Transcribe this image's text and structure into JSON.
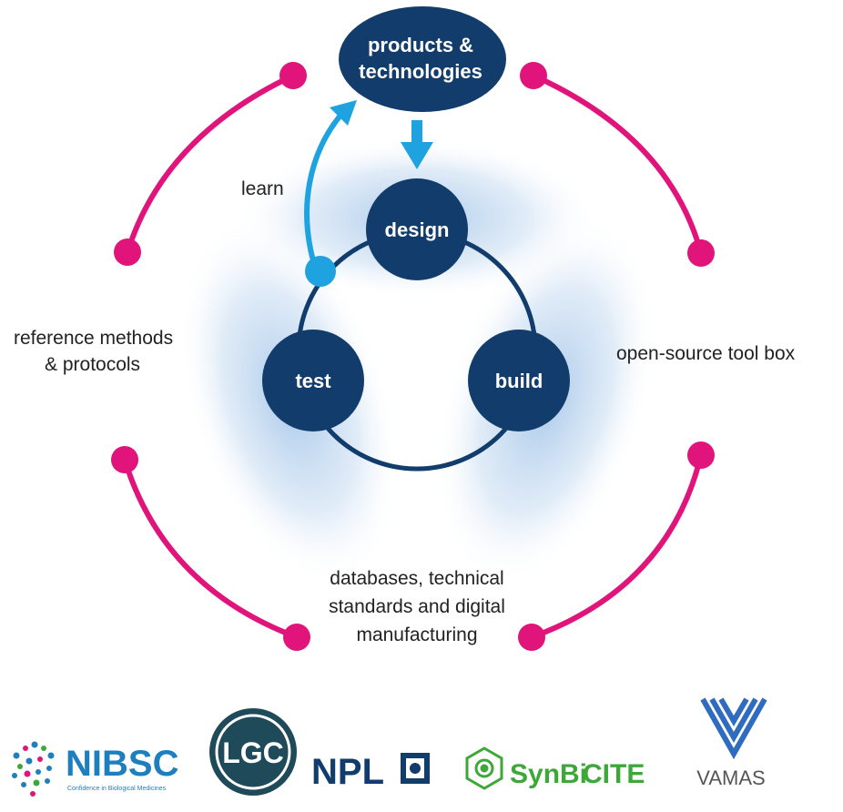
{
  "diagram": {
    "top_node": {
      "line1": "products &",
      "line2": "technologies"
    },
    "cycle_nodes": {
      "design": "design",
      "build": "build",
      "test": "test"
    },
    "learn_label": "learn",
    "outer_labels": {
      "left_line1": "reference methods",
      "left_line2": "& protocols",
      "right": "open-source tool box",
      "bottom_line1": "databases, technical",
      "bottom_line2": "standards and digital",
      "bottom_line3": "manufacturing"
    }
  },
  "logos": {
    "nibsc": "NIBSC",
    "nibsc_sub": "Confidence in Biological Medicines",
    "lgc": "LGC",
    "npl": "NPL",
    "synbicite_a": "SynBi",
    "synbicite_b": "CITE",
    "vamas": "VAMAS"
  },
  "colors": {
    "navy": "#123c6b",
    "magenta": "#e0147a",
    "cyan": "#1fa2e0",
    "glow": "#9cc0e6",
    "nibsc_blue": "#1e7fbf",
    "lgc_teal": "#1f4a59",
    "synbicite_green": "#3ca838",
    "vamas_blue": "#2f6cc0"
  }
}
